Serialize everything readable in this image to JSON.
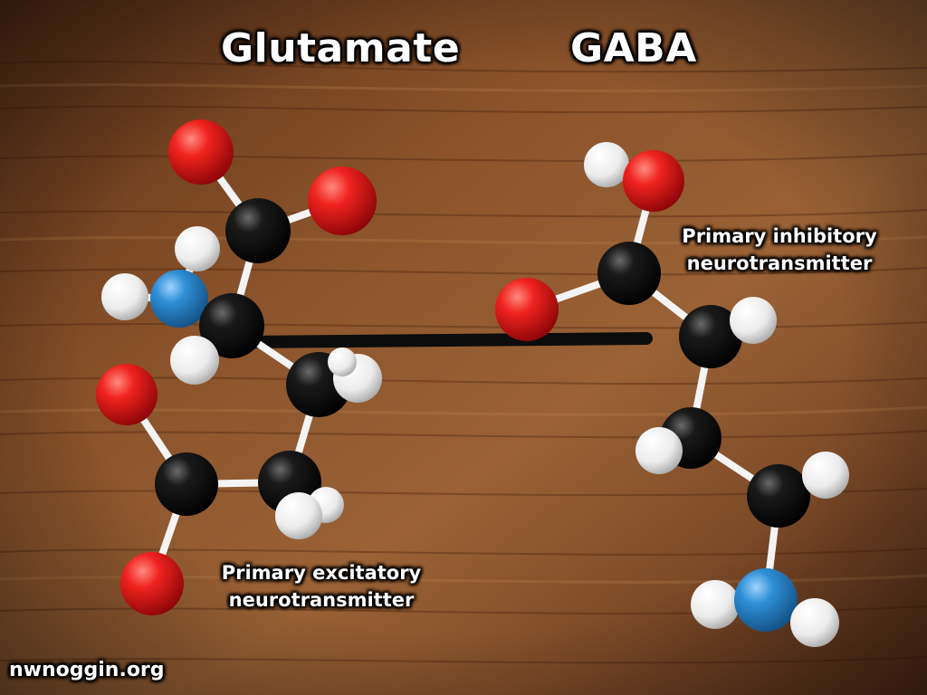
{
  "titles": {
    "glutamate": "Glutamate",
    "gaba": "GABA"
  },
  "captions": {
    "inhibitory_line1": "Primary inhibitory",
    "inhibitory_line2": "neurotransmitter",
    "excitatory_line1": "Primary excitatory",
    "excitatory_line2": "neurotransmitter"
  },
  "watermark": "nwnoggin.org",
  "colors": {
    "wood": "#7a4523",
    "oxygen": "#e0141c",
    "carbon": "#111111",
    "hydrogen": "#f2f2f2",
    "nitrogen": "#2f8fd6",
    "divider": "#0c0c0c"
  }
}
